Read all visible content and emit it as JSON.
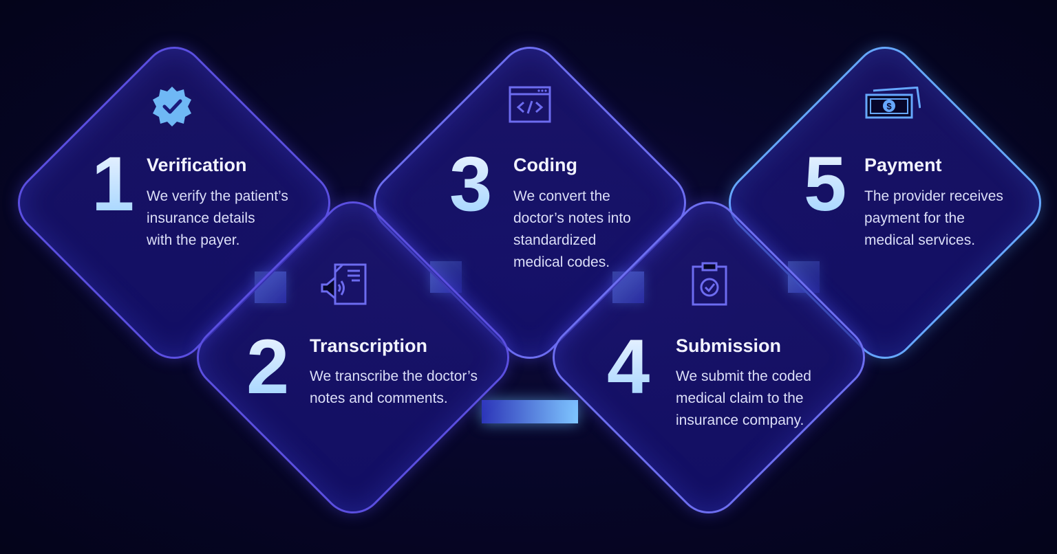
{
  "steps": [
    {
      "number": "1",
      "title": "Verification",
      "lines": [
        "We verify the patient’s",
        "insurance details",
        "with the payer."
      ],
      "icon": "verified-badge-icon"
    },
    {
      "number": "2",
      "title": "Transcription",
      "lines": [
        "We transcribe the doctor’s",
        "notes and comments."
      ],
      "icon": "audio-document-icon"
    },
    {
      "number": "3",
      "title": "Coding",
      "lines": [
        "We convert the",
        "doctor’s notes into",
        "standardized",
        "medical codes."
      ],
      "icon": "code-window-icon"
    },
    {
      "number": "4",
      "title": "Submission",
      "lines": [
        "We submit the coded",
        "medical claim to the",
        "insurance company."
      ],
      "icon": "clipboard-check-icon"
    },
    {
      "number": "5",
      "title": "Payment",
      "lines": [
        "The provider receives",
        "payment for the",
        "medical services."
      ],
      "icon": "cash-icon"
    }
  ],
  "colors": {
    "background": "#07062a",
    "border": "#5b4fe0",
    "accent": "#8fd6ff"
  }
}
